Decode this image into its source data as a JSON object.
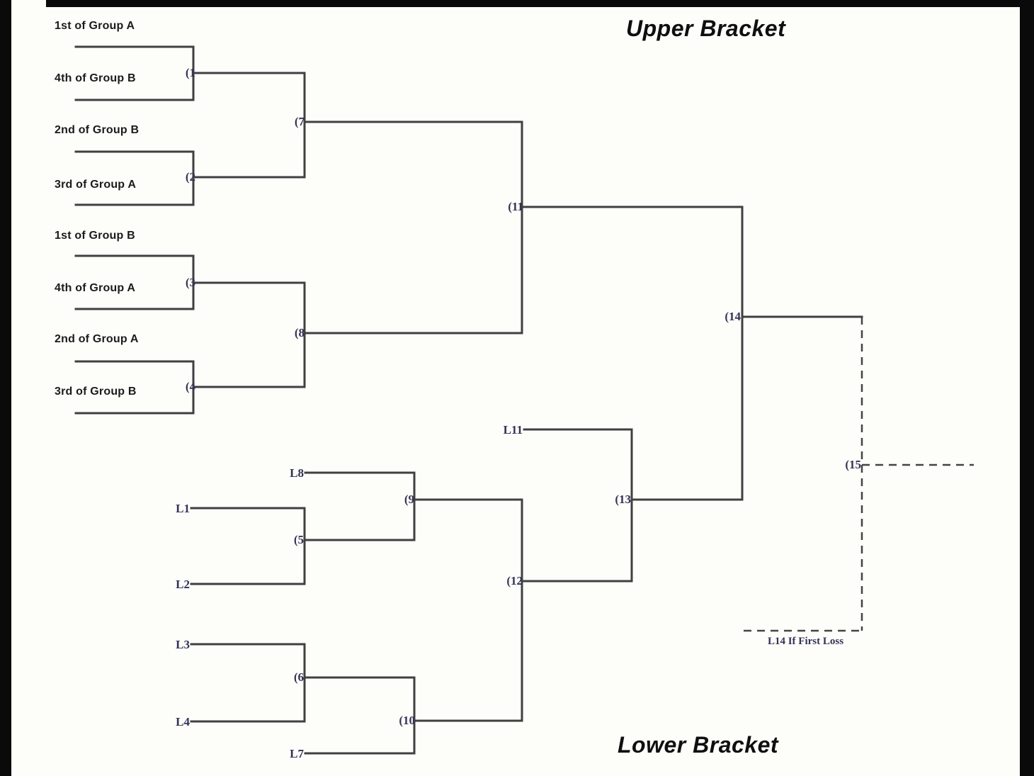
{
  "titles": {
    "upper": "Upper Bracket",
    "lower": "Lower Bracket"
  },
  "upper_seeds": [
    "1st of Group A",
    "4th of Group B",
    "2nd of Group B",
    "3rd of Group A",
    "1st of Group B",
    "4th of Group A",
    "2nd of Group A",
    "3rd of Group B"
  ],
  "match_labels": {
    "m1": "(1",
    "m2": "(2",
    "m3": "(3",
    "m4": "(4",
    "m5": "(5",
    "m6": "(6",
    "m7": "(7",
    "m8": "(8",
    "m9": "(9",
    "m10": "(10",
    "m11": "(11",
    "m12": "(12",
    "m13": "(13",
    "m14": "(14",
    "m15": "(15"
  },
  "loser_entries": {
    "L1": "L1",
    "L2": "L2",
    "L3": "L3",
    "L4": "L4",
    "L7": "L7",
    "L8": "L8",
    "L11": "L11"
  },
  "annotations": {
    "l14_note": "L14 If First Loss"
  },
  "colors": {
    "background": "#fdfdfa",
    "frame": "#0a0a0a",
    "line": "#404040",
    "dashed_line": "#444444",
    "match_label": "#333355",
    "seed_text": "#1b1b1b",
    "title_text": "#0f0f0f"
  }
}
